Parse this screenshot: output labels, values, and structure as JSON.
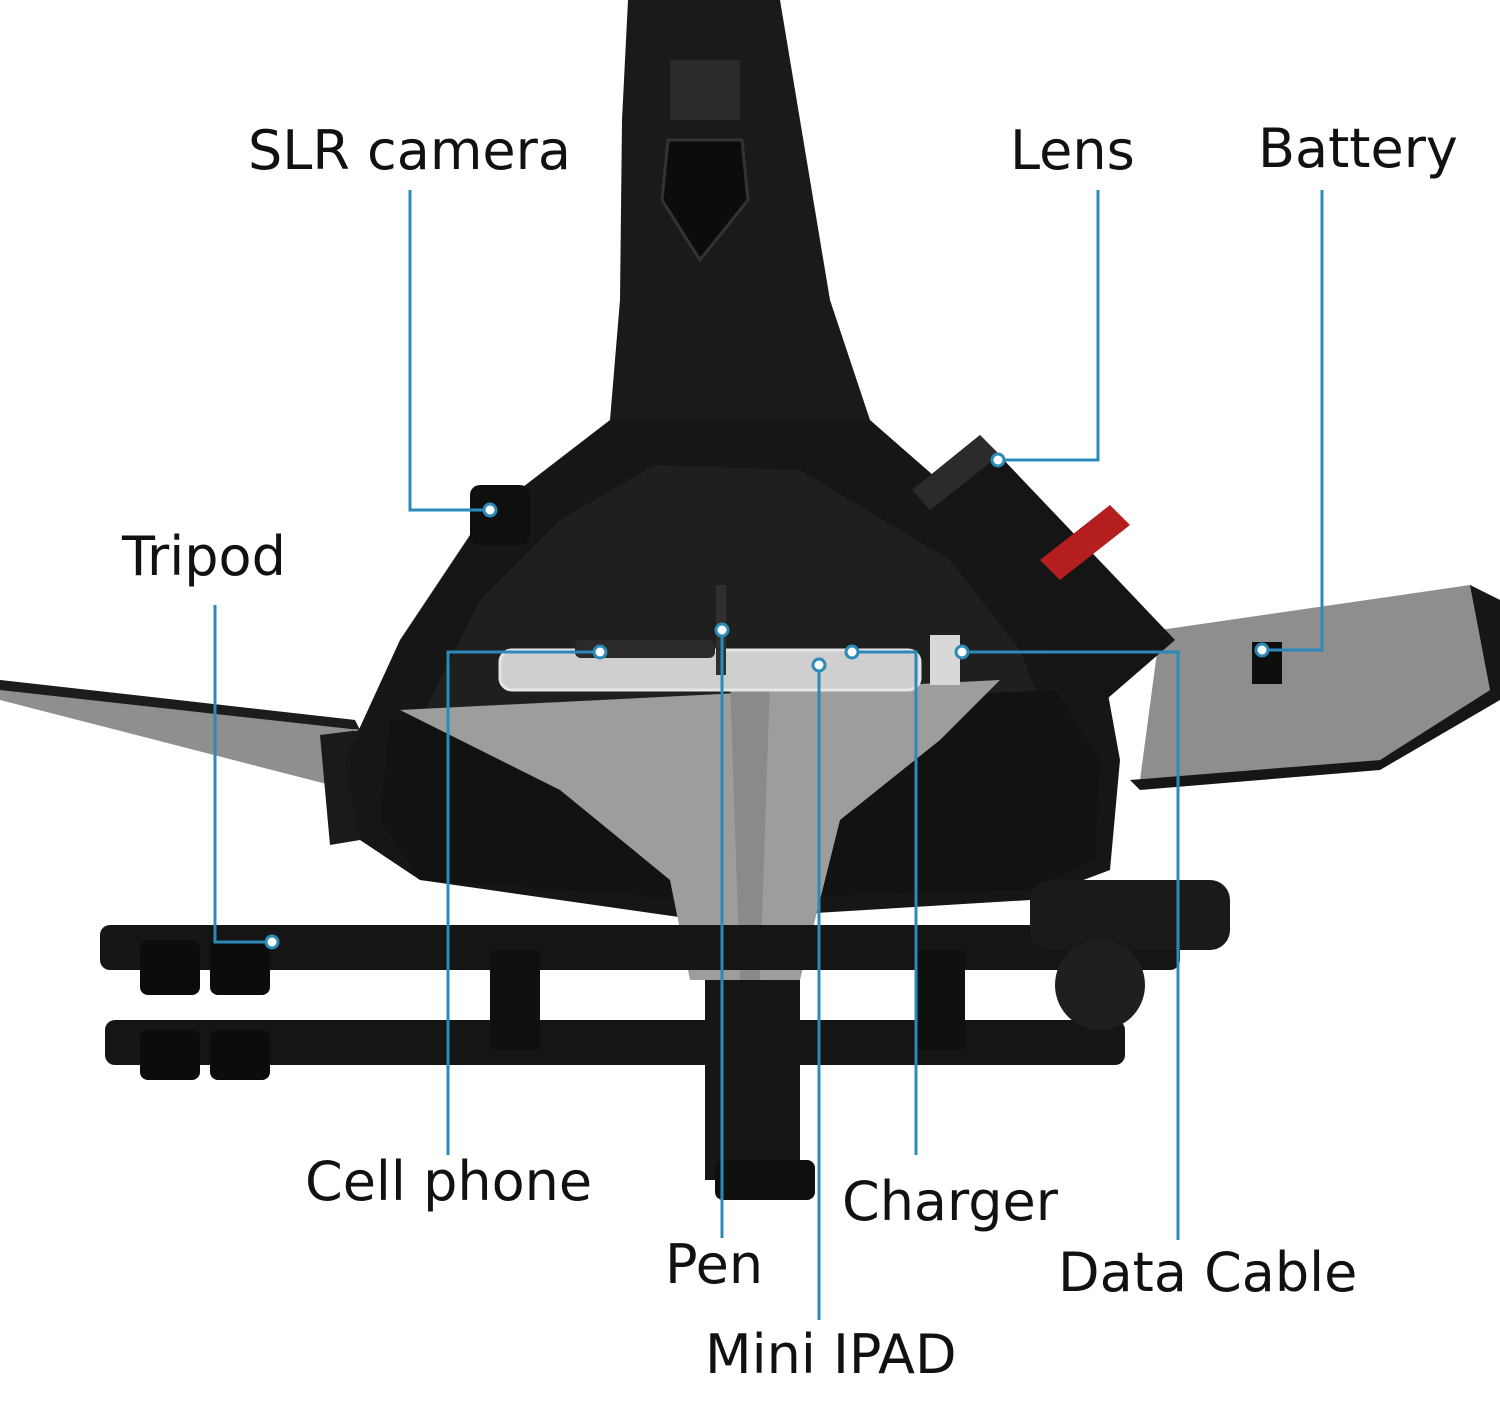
{
  "callouts": {
    "slr_camera": "SLR camera",
    "lens": "Lens",
    "battery": "Battery",
    "tripod": "Tripod",
    "cell_phone": "Cell phone",
    "charger": "Charger",
    "pen": "Pen",
    "data_cable": "Data Cable",
    "mini_ipad": "Mini IPAD"
  },
  "colors": {
    "leader_line": "#2b8ab8",
    "bag_body": "#141414",
    "bag_lining": "#9a9a9a",
    "background": "#ffffff"
  }
}
